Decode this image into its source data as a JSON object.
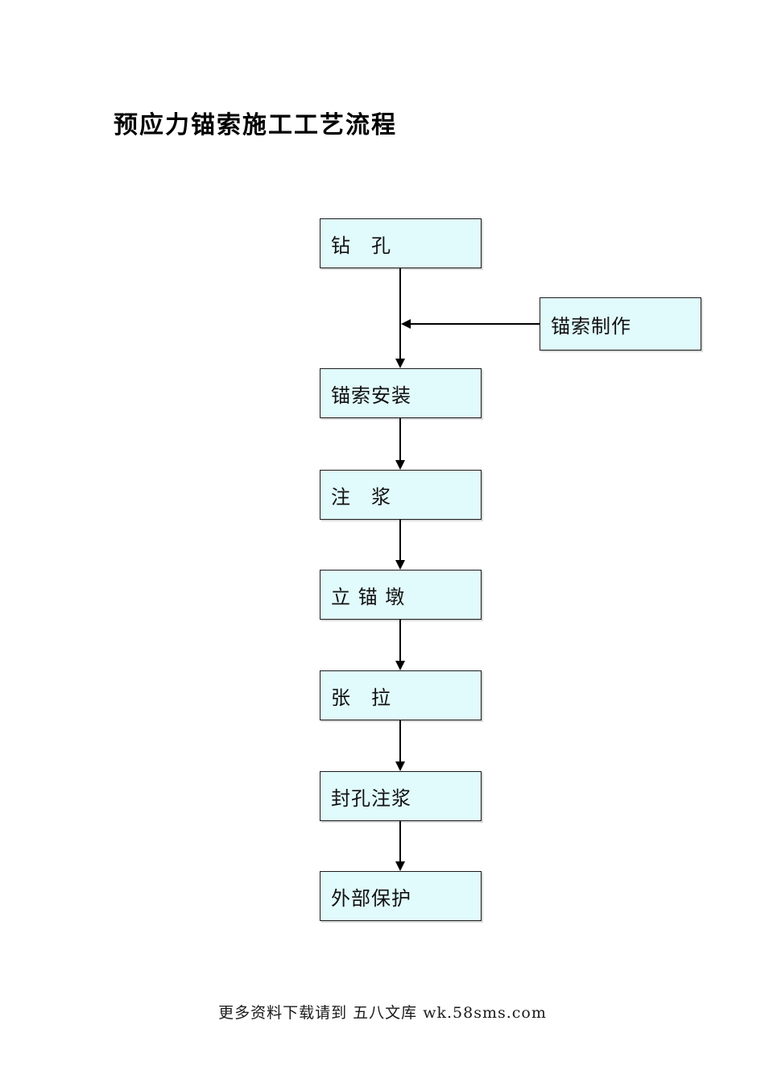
{
  "page": {
    "title": "预应力锚索施工工艺流程",
    "footer": "更多资料下载请到 五八文库 wk.58sms.com"
  },
  "flow": {
    "steps": [
      {
        "label": "钻　孔"
      },
      {
        "label": "锚索安装"
      },
      {
        "label": "注　浆"
      },
      {
        "label": "立 锚 墩"
      },
      {
        "label": "张　拉"
      },
      {
        "label": "封孔注浆"
      },
      {
        "label": "外部保护"
      }
    ],
    "side_step": {
      "label": "锚索制作"
    }
  },
  "colors": {
    "box_fill": "#e1fafc",
    "box_border": "#1c1c1c",
    "arrow": "#000000"
  }
}
